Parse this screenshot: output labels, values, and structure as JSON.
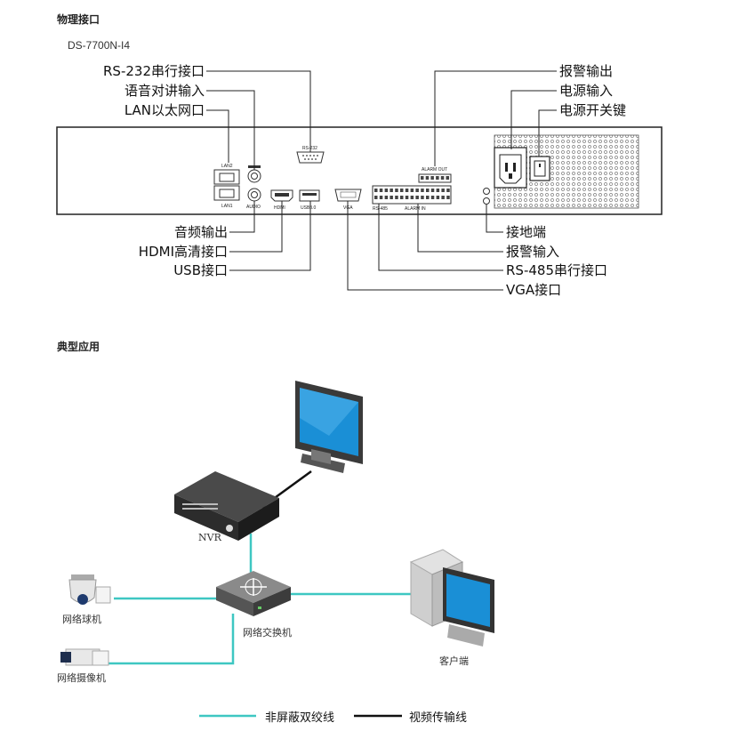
{
  "sections": {
    "physical_title": "物理接口",
    "model": "DS-7700N-I4",
    "application_title": "典型应用"
  },
  "panel_labels": {
    "lan2": "LAN2",
    "lan1": "LAN1",
    "audio": "AUDIO",
    "hdmi": "HDMI",
    "usb": "USB3.0",
    "rs232": "RS-232",
    "vga": "VGA",
    "alarm_out": "ALARM OUT",
    "alarm_in": "ALARM IN",
    "rs485": "RS-485"
  },
  "callouts_top_left": [
    "RS-232串行接口",
    "语音对讲输入",
    "LAN以太网口"
  ],
  "callouts_bottom_left": [
    "音频输出",
    "HDMI高清接口",
    "USB接口"
  ],
  "callouts_top_right": [
    "报警输出",
    "电源输入",
    "电源开关键"
  ],
  "callouts_bottom_right": [
    "接地端",
    "报警输入",
    "RS-485串行接口",
    "VGA接口"
  ],
  "devices": {
    "nvr": "NVR",
    "switch": "网络交换机",
    "dome_camera": "网络球机",
    "box_camera": "网络摄像机",
    "client": "客户端"
  },
  "legend": {
    "utp": "非屏蔽双绞线",
    "video": "视频传输线"
  },
  "colors": {
    "utp_line": "#3ec7c2",
    "video_line": "#111111",
    "monitor_screen": "#1a8fd6"
  }
}
